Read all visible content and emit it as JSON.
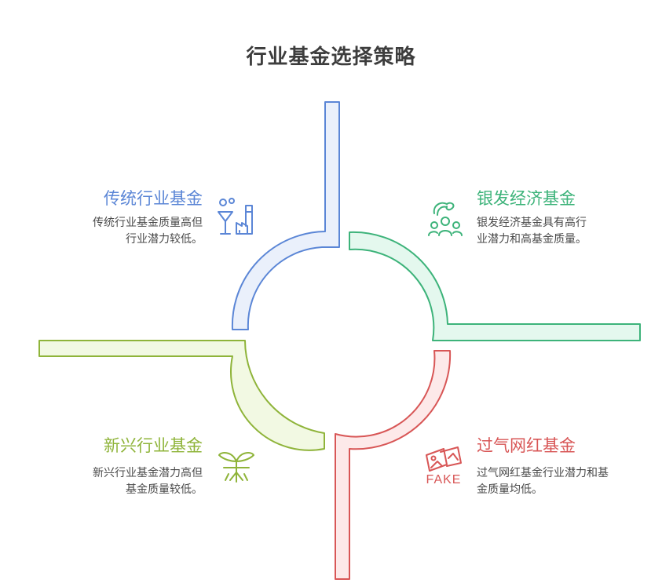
{
  "title": "行业基金选择策略",
  "quadrants": [
    {
      "key": "traditional",
      "title": "传统行业基金",
      "desc_lines": [
        "传统行业基金质量高但",
        "行业潜力较低。"
      ],
      "color": "#5b86d6",
      "fill": "#eaf0fb",
      "icon": "factory-icon"
    },
    {
      "key": "silver",
      "title": "银发经济基金",
      "desc_lines": [
        "银发经济基金具有高行",
        "业潜力和高基金质量。"
      ],
      "color": "#3db37a",
      "fill": "#e4f8ee",
      "icon": "elderly-group-icon"
    },
    {
      "key": "emerging",
      "title": "新兴行业基金",
      "desc_lines": [
        "新兴行业基金潜力高但",
        "基金质量较低。"
      ],
      "color": "#8fb43a",
      "fill": "#f2f9e3",
      "icon": "sprout-icon"
    },
    {
      "key": "outdated",
      "title": "过气网红基金",
      "desc_lines": [
        "过气网红基金行业潜力和基",
        "金质量均低。"
      ],
      "color": "#d85656",
      "fill": "#fde9e9",
      "icon": "fake-icon",
      "icon_text": "FAKE"
    }
  ]
}
